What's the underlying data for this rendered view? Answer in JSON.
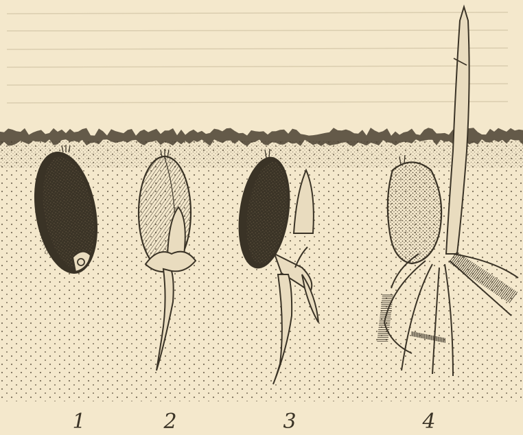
{
  "figure": {
    "stage_labels": [
      "1",
      "2",
      "3",
      "4"
    ],
    "colors": {
      "paper": "#f4e8cc",
      "ink": "#3a3326",
      "soil_dots": "#6b604c",
      "seed_fill": "#e9dcbf"
    },
    "stages": [
      {
        "stage": "1",
        "elements": [
          "grain",
          "embryo"
        ]
      },
      {
        "stage": "2",
        "elements": [
          "grain",
          "shoot",
          "roots"
        ]
      },
      {
        "stage": "3",
        "elements": [
          "grain",
          "shoot",
          "leaf",
          "roots"
        ]
      },
      {
        "stage": "4",
        "elements": [
          "grain",
          "shoot",
          "roots"
        ]
      }
    ]
  }
}
